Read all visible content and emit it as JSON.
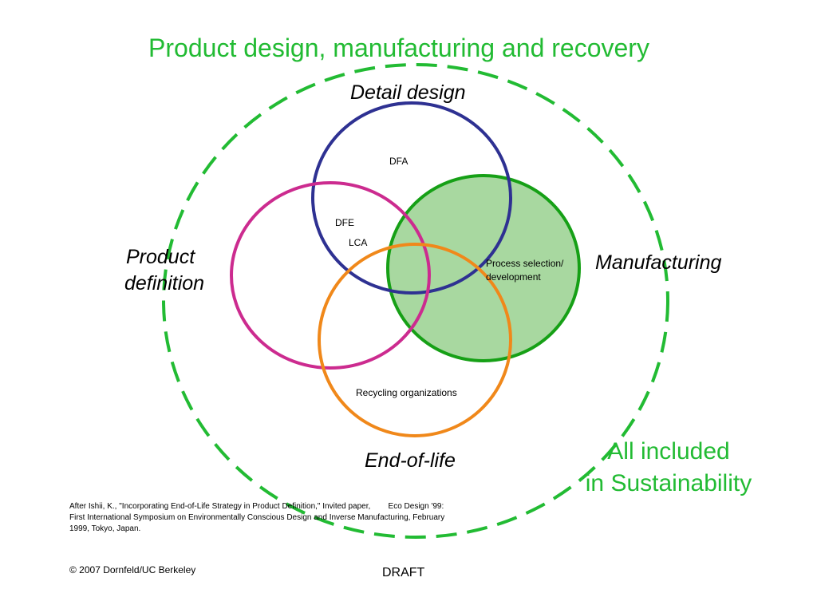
{
  "title": "Product design, manufacturing and recovery",
  "stages": {
    "detail_design": "Detail design",
    "product_definition_line1": "Product",
    "product_definition_line2": "definition",
    "manufacturing": "Manufacturing",
    "end_of_life": "End-of-life"
  },
  "inner_labels": {
    "dfa": "DFA",
    "dfe": "DFE",
    "lca": "LCA",
    "process_line1": "Process selection/",
    "process_line2": "development",
    "recycling": "Recycling organizations"
  },
  "sustainability": {
    "line1": "All included",
    "line2": "in Sustainability"
  },
  "citation": {
    "line1": "After Ishii, K., \"Incorporating End-of-Life Strategy in Product Definition,\" Invited paper,        Eco Design '99:",
    "line2": "First  International Symposium on Environmentally Conscious Design and Inverse Manufacturing, February",
    "line3": "1999,  Tokyo, Japan."
  },
  "footer": {
    "copyright": "© 2007 Dornfeld/UC Berkeley",
    "draft": "DRAFT"
  },
  "colors": {
    "outer_dashed": "#22bb33",
    "detail_design_circle": "#2e3192",
    "product_definition_circle": "#cc2b8f",
    "manufacturing_circle": "#16a016",
    "manufacturing_fill": "#a8d8a0",
    "end_of_life_circle": "#f0881a"
  }
}
